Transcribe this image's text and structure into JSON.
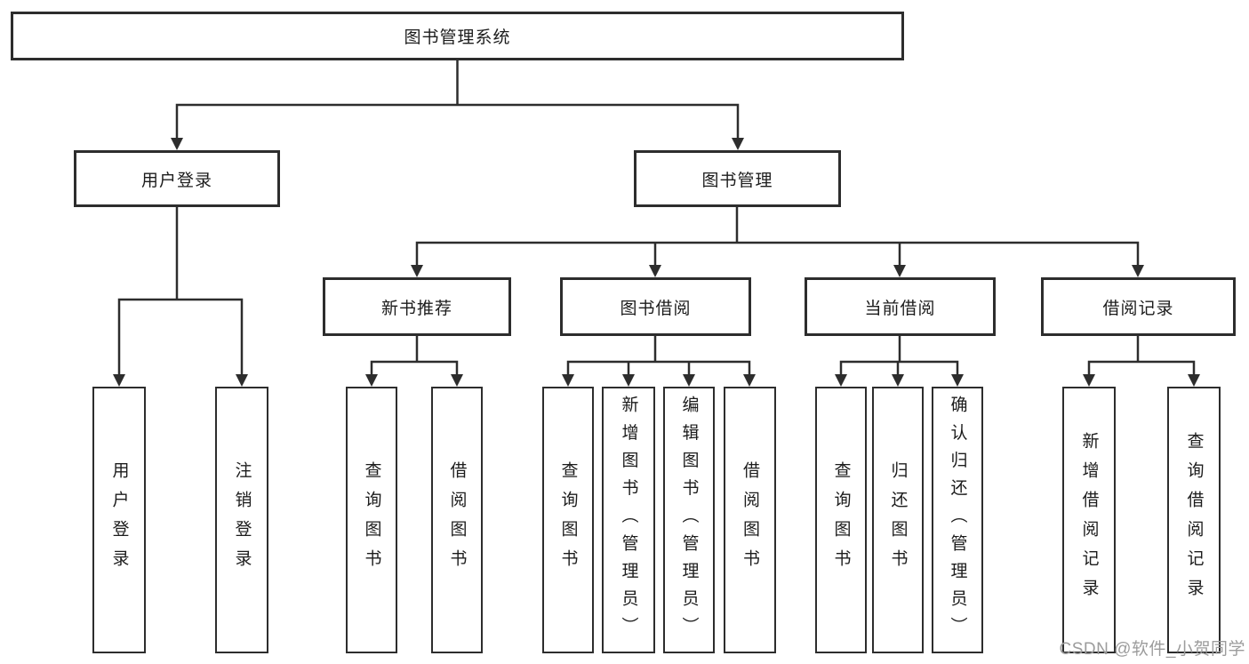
{
  "diagram_type": "tree",
  "tree": {
    "root": {
      "label": "图书管理系统",
      "children": [
        {
          "label": "用户登录",
          "children": [
            {
              "label": "用户登录"
            },
            {
              "label": "注销登录"
            }
          ]
        },
        {
          "label": "图书管理",
          "children": [
            {
              "label": "新书推荐",
              "children": [
                {
                  "label": "查询图书"
                },
                {
                  "label": "借阅图书"
                }
              ]
            },
            {
              "label": "图书借阅",
              "children": [
                {
                  "label": "查询图书"
                },
                {
                  "label": "新增图书（管理员）"
                },
                {
                  "label": "编辑图书（管理员）"
                },
                {
                  "label": "借阅图书"
                }
              ]
            },
            {
              "label": "当前借阅",
              "children": [
                {
                  "label": "查询图书"
                },
                {
                  "label": "归还图书"
                },
                {
                  "label": "确认归还（管理员）"
                }
              ]
            },
            {
              "label": "借阅记录",
              "children": [
                {
                  "label": "新增借阅记录"
                },
                {
                  "label": "查询借阅记录"
                }
              ]
            }
          ]
        }
      ]
    }
  },
  "watermark": {
    "text": "CSDN @软件_小贺同学"
  },
  "colors": {
    "background": "#ffffff",
    "line": "#2d2d2d",
    "box_border": "#2d2d2d",
    "text": "#1c1c1c",
    "watermark": "#9c9c9c"
  }
}
